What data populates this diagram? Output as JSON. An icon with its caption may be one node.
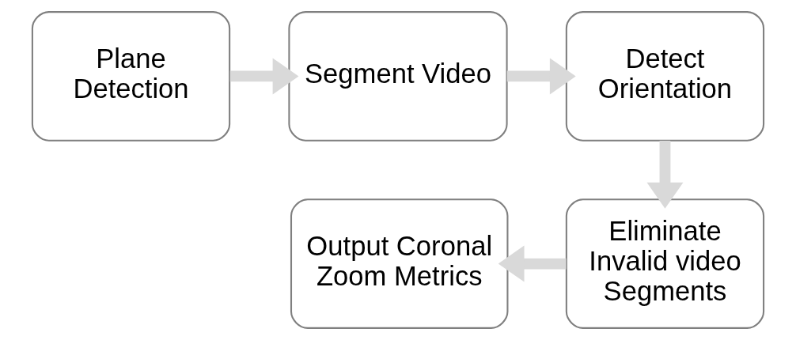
{
  "diagram": {
    "nodes": [
      {
        "text": [
          "Plane Detection"
        ]
      },
      {
        "text": [
          "Segment Video"
        ]
      },
      {
        "text": [
          "Detect Orientation"
        ]
      },
      {
        "text": [
          "Eliminate Invalid video Segments"
        ]
      },
      {
        "text": [
          "Output Coronal Zoom Metrics"
        ]
      }
    ],
    "edges": [
      {
        "from": 0,
        "to": 1,
        "arrow": "to"
      },
      {
        "from": 1,
        "to": 2,
        "arrow": "to"
      },
      {
        "from": 2,
        "to": 3,
        "arrow": "to"
      },
      {
        "from": 3,
        "to": 4,
        "arrow": "to"
      }
    ]
  }
}
